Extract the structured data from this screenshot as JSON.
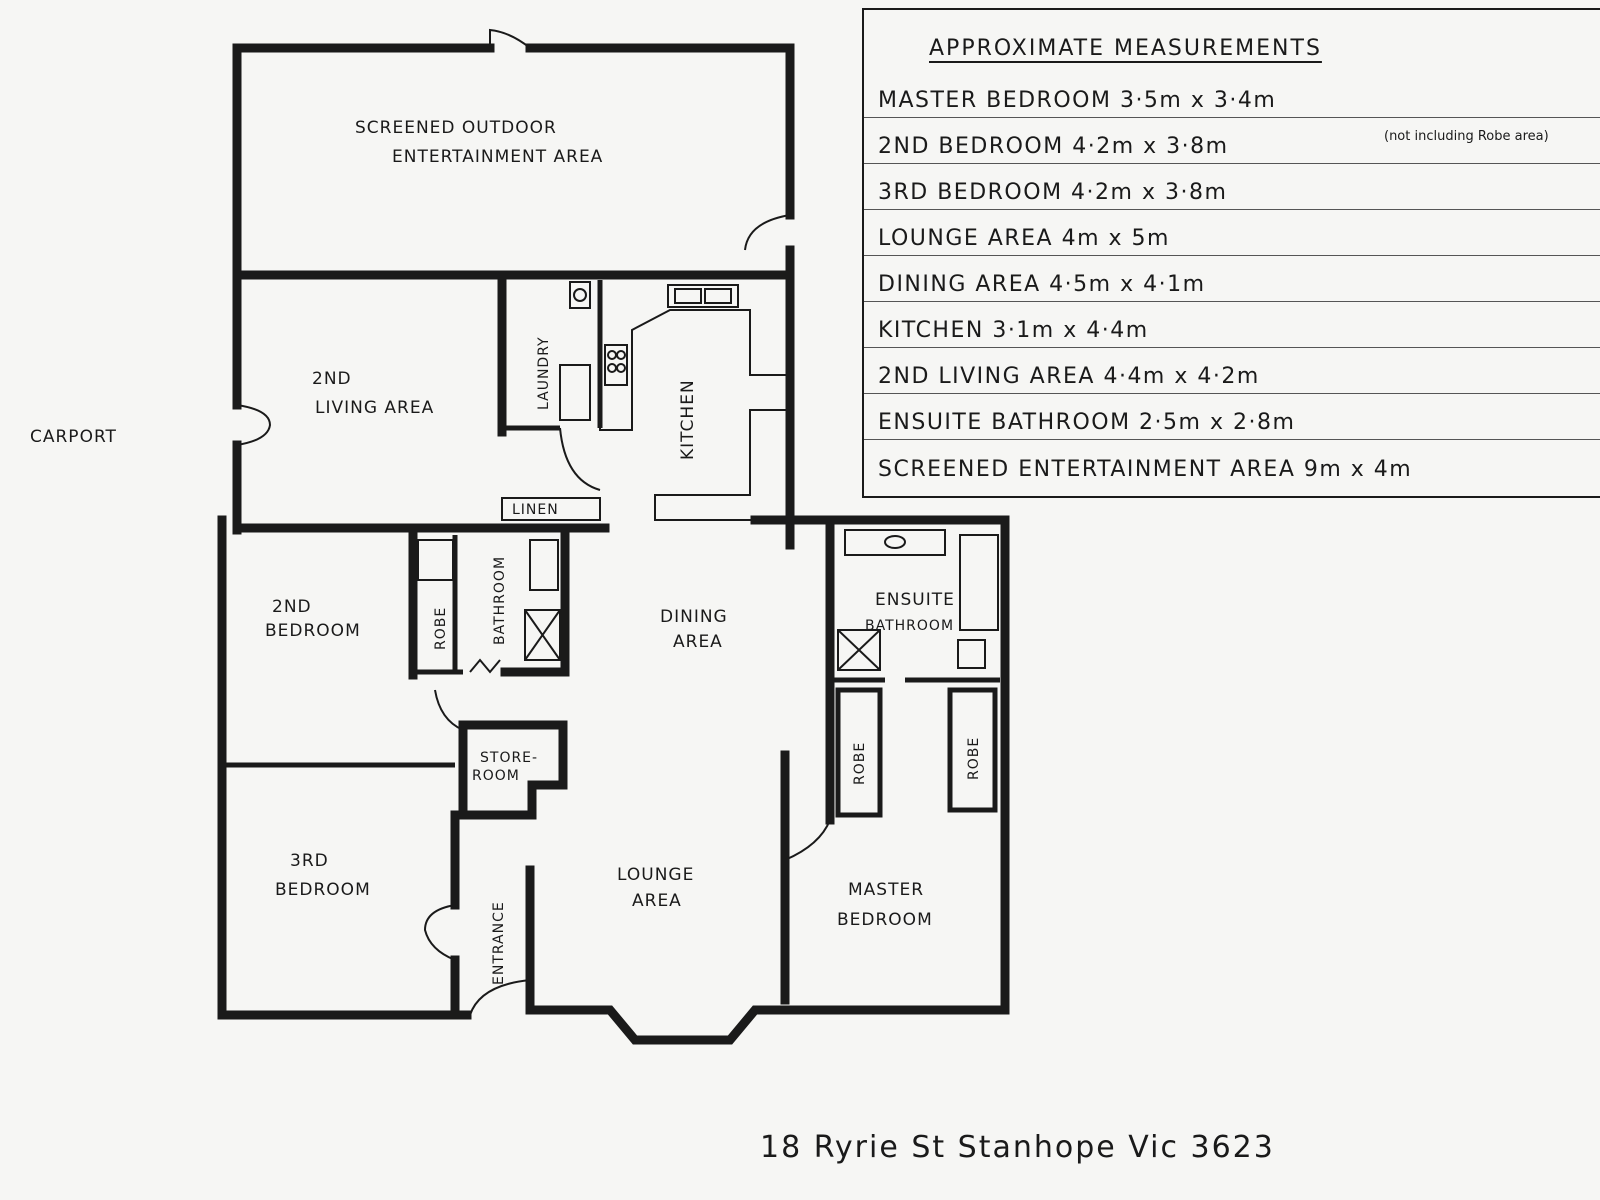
{
  "measurements": {
    "title": "APPROXIMATE MEASUREMENTS",
    "rows": [
      {
        "text": "MASTER BEDROOM  3·5m x 3·4m",
        "note": "(not including Robe area)"
      },
      {
        "text": "2ND BEDROOM  4·2m x 3·8m"
      },
      {
        "text": "3RD BEDROOM  4·2m x 3·8m"
      },
      {
        "text": "LOUNGE AREA  4m x 5m"
      },
      {
        "text": "DINING AREA  4·5m x 4·1m"
      },
      {
        "text": "KITCHEN  3·1m x 4·4m"
      },
      {
        "text": "2ND LIVING AREA  4·4m x 4·2m"
      },
      {
        "text": "ENSUITE BATHROOM  2·5m x 2·8m"
      },
      {
        "text": "SCREENED ENTERTAINMENT AREA  9m x 4m"
      }
    ]
  },
  "rooms": {
    "outdoor_1": "SCREENED OUTDOOR",
    "outdoor_2": "ENTERTAINMENT AREA",
    "living_1": "2ND",
    "living_2": "LIVING AREA",
    "laundry": "LAUNDRY",
    "kitchen": "KITCHEN",
    "linen": "LINEN",
    "carport": "CARPORT",
    "bed2_1": "2ND",
    "bed2_2": "BEDROOM",
    "robe": "ROBE",
    "bathroom": "BATHROOM",
    "dining_1": "DINING",
    "dining_2": "AREA",
    "ensuite_1": "ENSUITE",
    "ensuite_2": "BATHROOM",
    "storeroom_1": "STORE-",
    "storeroom_2": "ROOM",
    "bed3_1": "3RD",
    "bed3_2": "BEDROOM",
    "entrance": "ENTRANCE",
    "lounge_1": "LOUNGE",
    "lounge_2": "AREA",
    "master_1": "MASTER",
    "master_2": "BEDROOM"
  },
  "address": "18 Ryrie St Stanhope Vic 3623"
}
